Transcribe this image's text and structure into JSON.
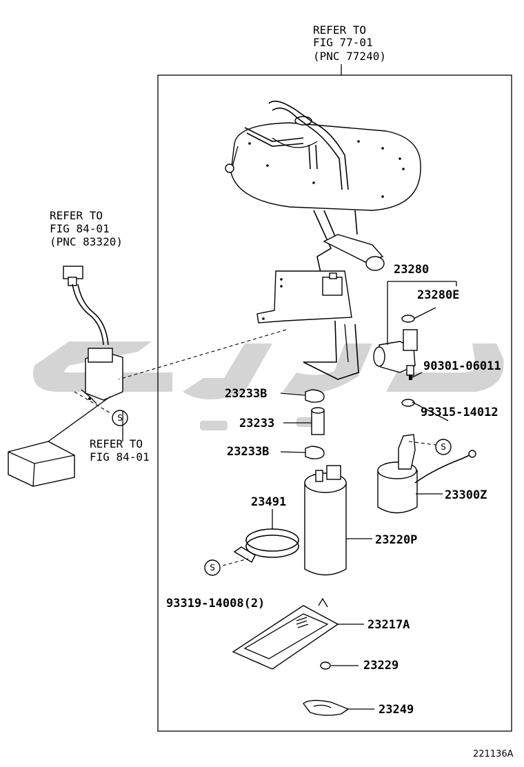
{
  "refs": {
    "top": {
      "line1": "REFER TO",
      "line2": "FIG 77-01",
      "line3": "(PNC 77240)"
    },
    "left": {
      "line1": "REFER TO",
      "line2": "FIG 84-01",
      "line3": "(PNC 83320)"
    },
    "lower": {
      "line1": "REFER TO",
      "line2": "FIG 84-01"
    }
  },
  "parts": {
    "p23280": "23280",
    "p23280e": "23280E",
    "p90301": "90301-06011",
    "p93315": "93315-14012",
    "p23233b_top": "23233B",
    "p23233": "23233",
    "p23233b_bottom": "23233B",
    "p23300z": "23300Z",
    "p23491": "23491",
    "p23220p": "23220P",
    "p93319": "93319-14008(2)",
    "p23217a": "23217A",
    "p23229": "23229",
    "p23249": "23249"
  },
  "symbol": {
    "screw": "S"
  },
  "diagram_code": "221136A",
  "icons": {
    "watermark": "watermark-logo",
    "screw": "screw-symbol-icon"
  }
}
